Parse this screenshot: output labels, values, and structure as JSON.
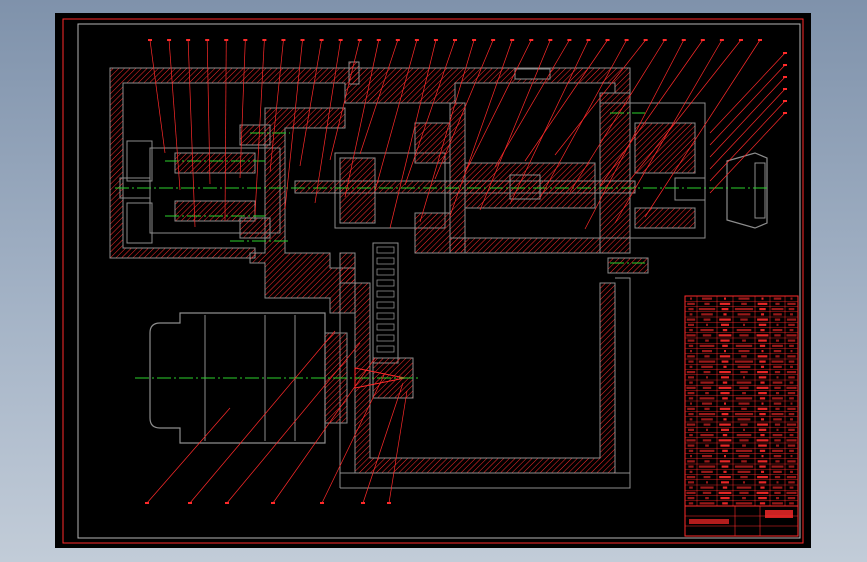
{
  "viewer": {
    "background_top": "#7f92ab",
    "background_bottom": "#c2ccd8"
  },
  "drawing": {
    "sheet_background": "#000000",
    "line_color": "#ff2a2a",
    "outline_color": "#8c8c8c",
    "centerline_color": "#2bd12b",
    "hatch_color": "#ff2a2a",
    "leader_color": "#ff2a2a",
    "top_callout_count": 33,
    "right_callout_count": 6,
    "bottom_callout_count": 7
  },
  "parts_list": {
    "row_count": 40,
    "column_count": 7
  },
  "icons": {
    "motor": "electric-motor-icon",
    "spindle": "spindle-assembly-icon",
    "gearbox": "gearbox-housing-icon"
  }
}
